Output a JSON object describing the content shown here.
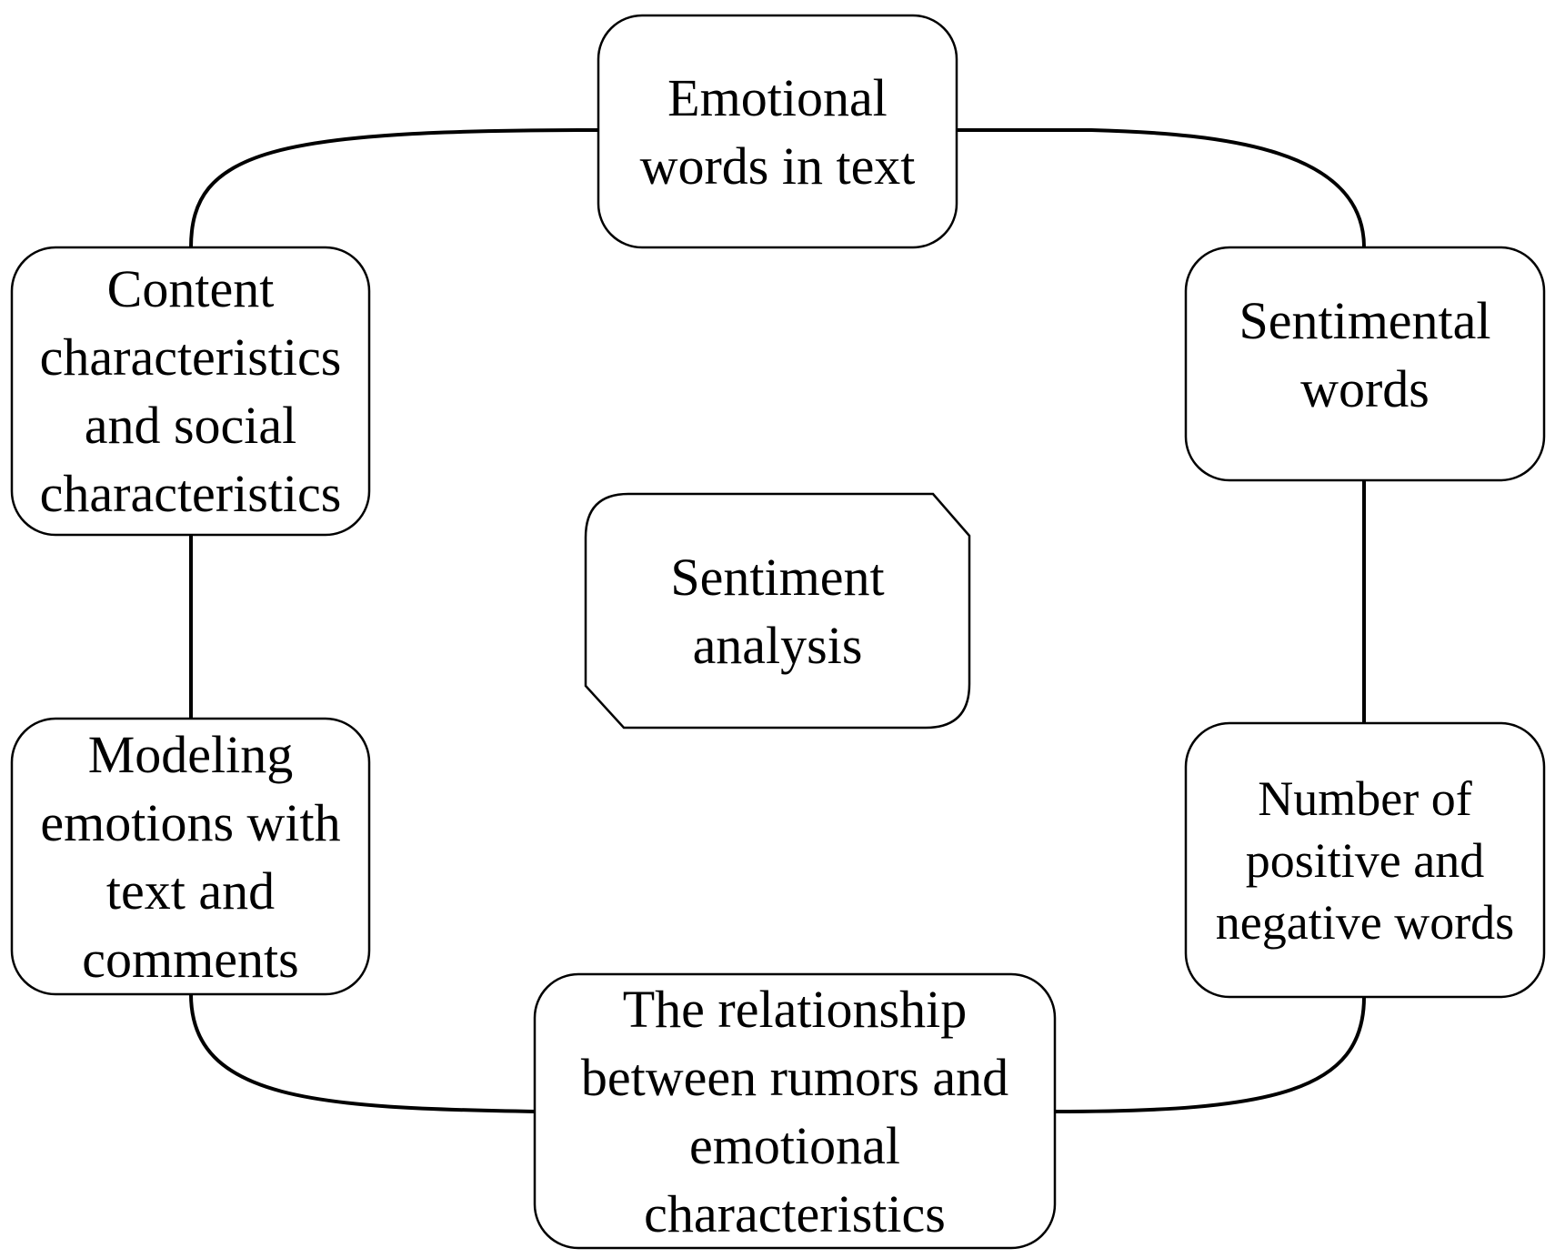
{
  "diagram": {
    "nodes": [
      {
        "id": "emotional-words",
        "lines": [
          "Emotional",
          "words in text"
        ]
      },
      {
        "id": "sentimental-words",
        "lines": [
          "Sentimental",
          "words"
        ]
      },
      {
        "id": "number-pos-neg",
        "lines": [
          "Number of",
          "positive and",
          "negative words"
        ]
      },
      {
        "id": "relationship-rumors",
        "lines": [
          "The relationship",
          "between rumors and",
          "emotional",
          "characteristics"
        ]
      },
      {
        "id": "modeling-emotions",
        "lines": [
          "Modeling",
          "emotions with",
          "text and",
          "comments"
        ]
      },
      {
        "id": "content-social",
        "lines": [
          "Content",
          "characteristics",
          "and social",
          "characteristics"
        ]
      },
      {
        "id": "sentiment-analysis",
        "lines": [
          "Sentiment",
          "analysis"
        ]
      }
    ],
    "edges": [
      [
        "emotional-words",
        "sentimental-words"
      ],
      [
        "sentimental-words",
        "number-pos-neg"
      ],
      [
        "number-pos-neg",
        "relationship-rumors"
      ],
      [
        "relationship-rumors",
        "modeling-emotions"
      ],
      [
        "modeling-emotions",
        "content-social"
      ],
      [
        "content-social",
        "emotional-words"
      ]
    ]
  }
}
